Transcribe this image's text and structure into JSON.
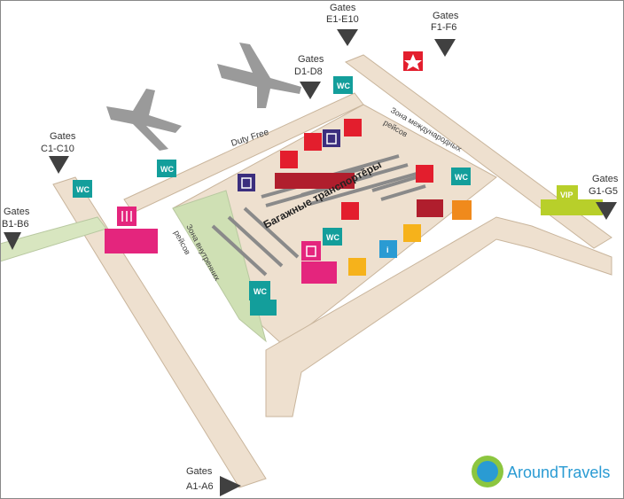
{
  "gates": [
    {
      "id": "a",
      "line1": "Gates",
      "line2": "A1-A6"
    },
    {
      "id": "b",
      "line1": "Gates",
      "line2": "B1-B6"
    },
    {
      "id": "c",
      "line1": "Gates",
      "line2": "C1-C10"
    },
    {
      "id": "d",
      "line1": "Gates",
      "line2": "D1-D8"
    },
    {
      "id": "e",
      "line1": "Gates",
      "line2": "E1-E10"
    },
    {
      "id": "f",
      "line1": "Gates",
      "line2": "F1-F6"
    },
    {
      "id": "g",
      "line1": "Gates",
      "line2": "G1-G5"
    }
  ],
  "labels": {
    "duty_free": "Duty Free",
    "baggage_belts": "Багажные транспортёры",
    "intl_zone_line1": "Зона международных",
    "intl_zone_line2": "рейсов",
    "domestic_zone_line1": "Зона внутренних",
    "domestic_zone_line2": "рейсов",
    "wc": "WC",
    "vip": "VIP",
    "info": "i"
  },
  "brand": {
    "name": "AroundTravels",
    "color": "#2a9bd3",
    "globe_color": "#8cc63f"
  },
  "colors": {
    "floor": "#eee0cf",
    "floor_edge": "#c9b59c",
    "domestic_zone": "#cfe0b4",
    "wc": "#139e9b",
    "restaurant": "#e4257d",
    "shop": "#e31e2d",
    "luggage": "#3b2e7e",
    "service": "#f6b21b",
    "transfer": "#f08a1c",
    "vip": "#b8cf2a",
    "plane": "#9a9a9a",
    "arrow": "#404040"
  }
}
